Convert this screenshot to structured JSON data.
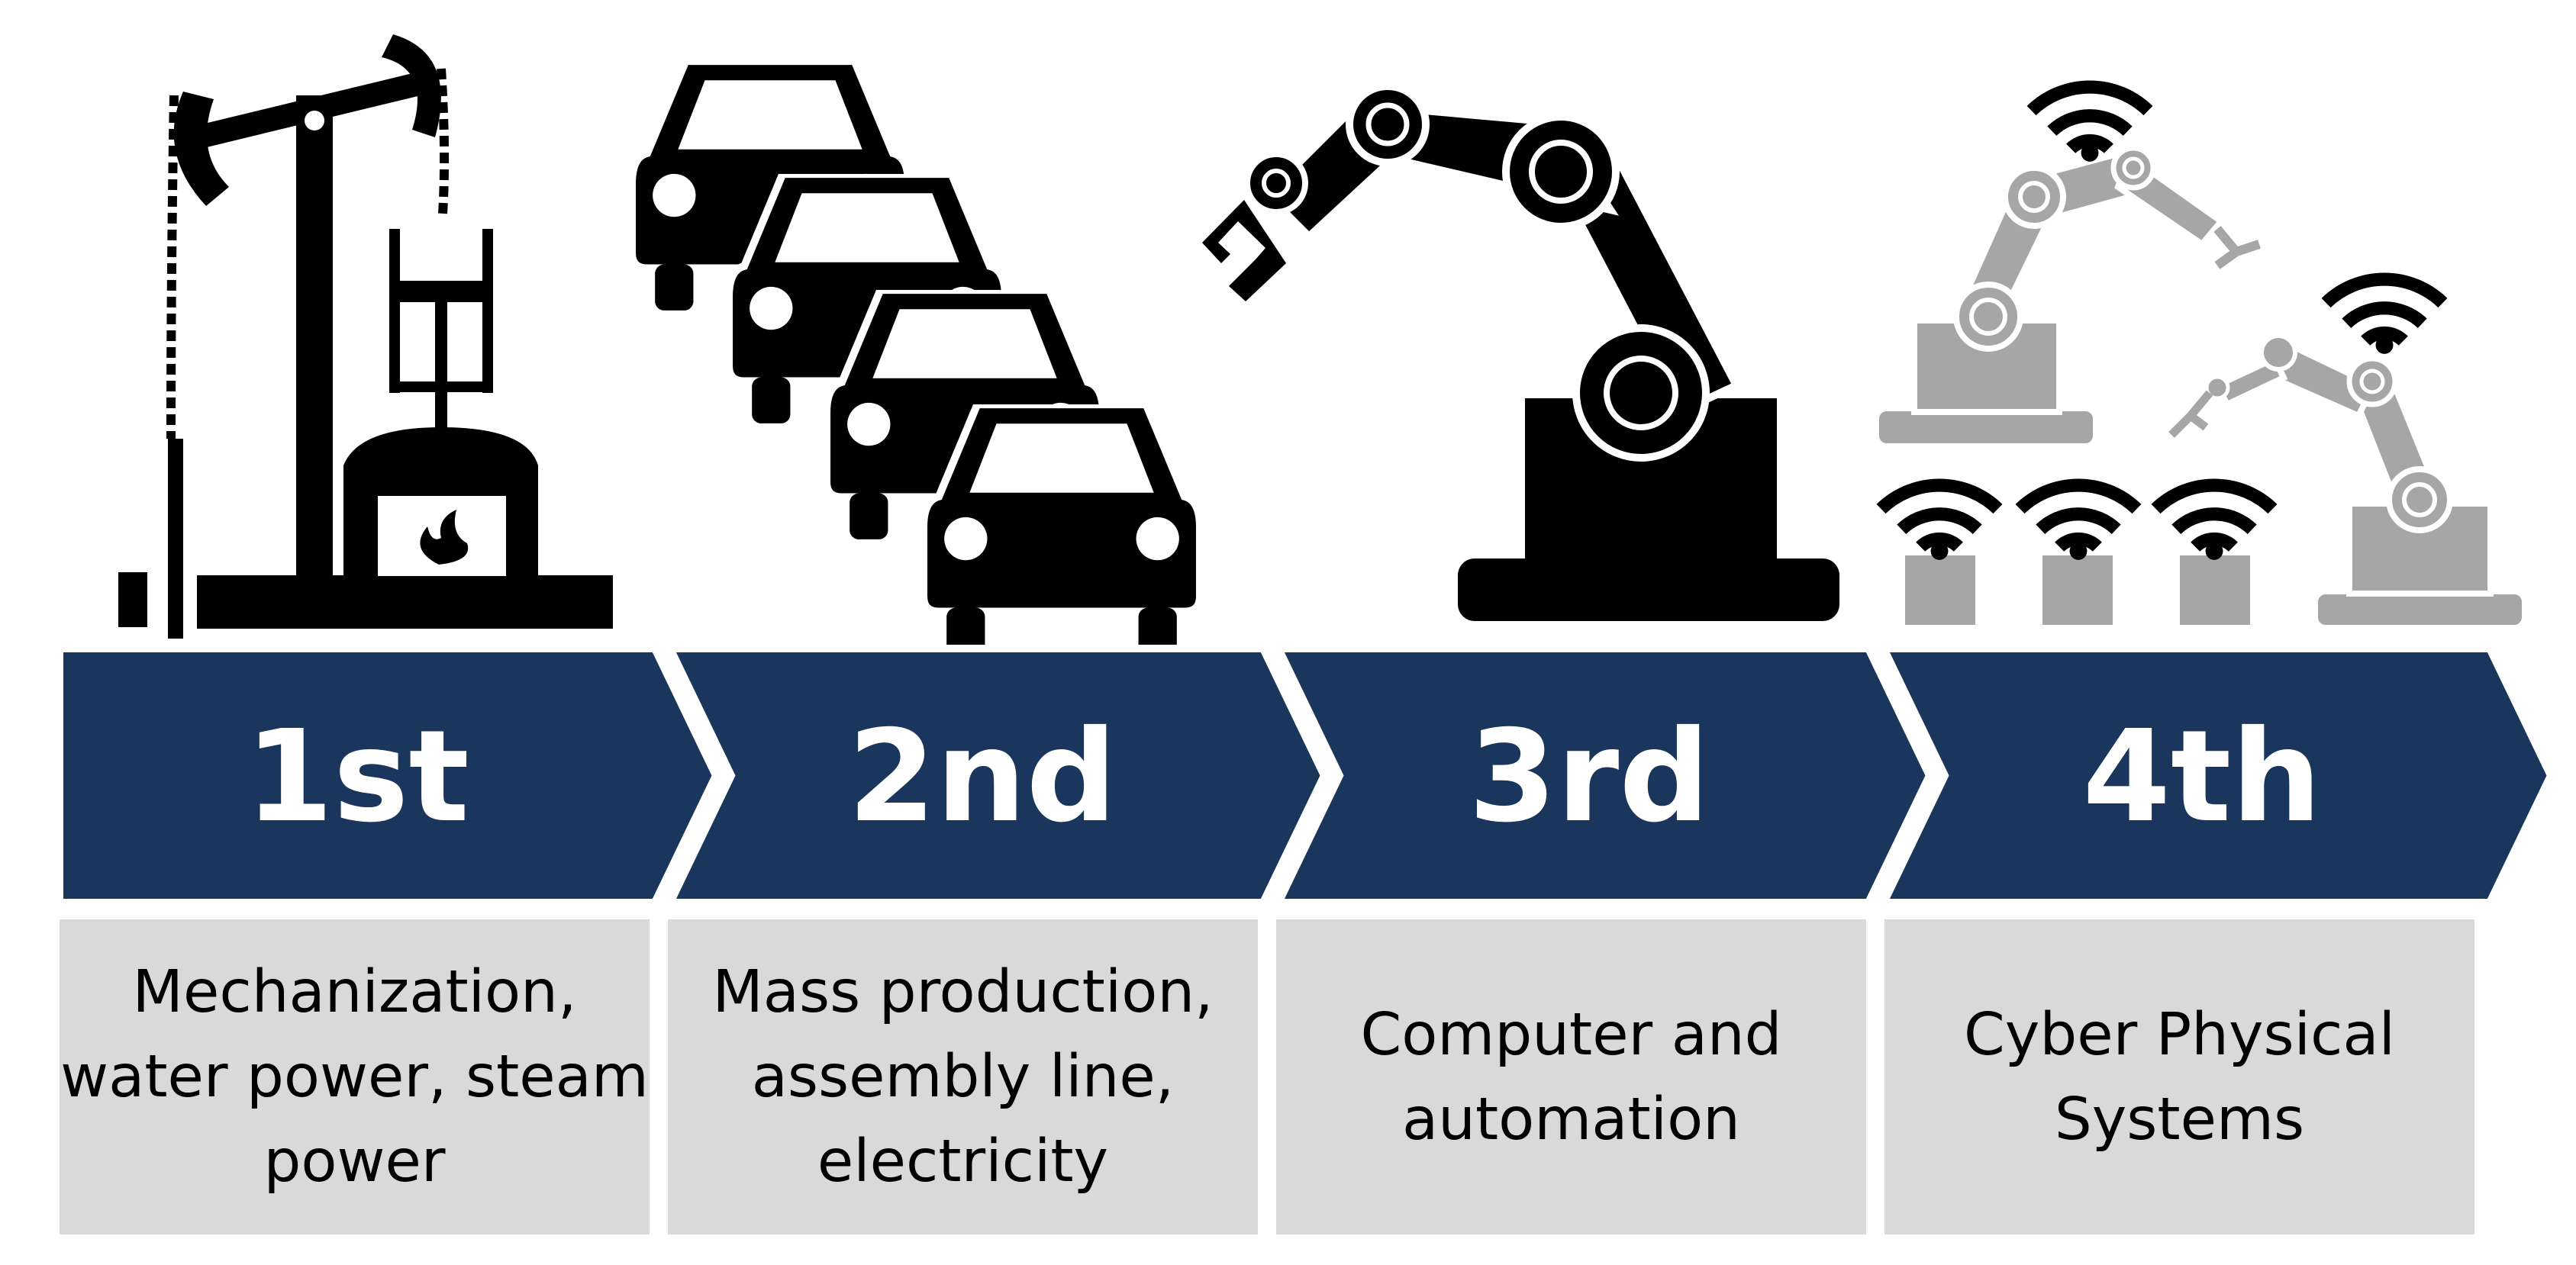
{
  "colors": {
    "chevron_fill": "#1b365d",
    "description_box_fill": "#d9d9d9",
    "icon_dark": "#000000",
    "icon_light": "#a6a6a6"
  },
  "stages": [
    {
      "label": "1st",
      "description": "Mechanization,\nwater power, steam\npower",
      "icon": "steam-pump-icon"
    },
    {
      "label": "2nd",
      "description": "Mass production,\nassembly line,\nelectricity",
      "icon": "cars-assembly-icon"
    },
    {
      "label": "3rd",
      "description": "Computer and\nautomation",
      "icon": "robot-arm-icon"
    },
    {
      "label": "4th",
      "description": "Cyber Physical\nSystems",
      "icon": "connected-robots-icon"
    }
  ]
}
